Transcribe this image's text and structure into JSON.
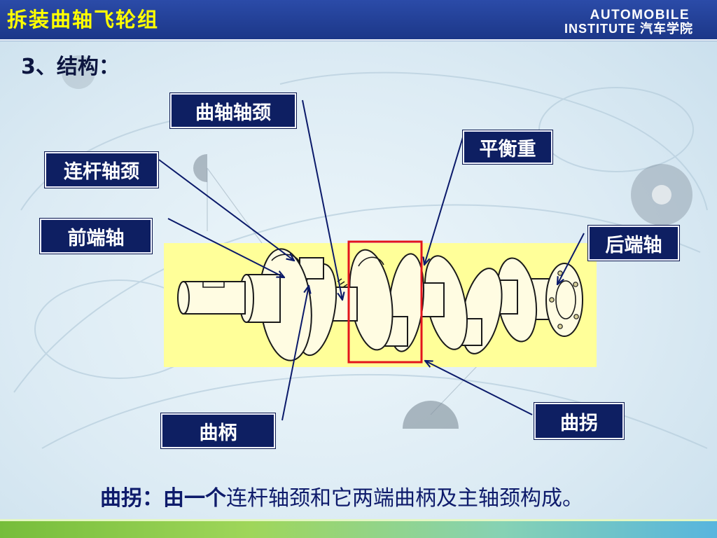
{
  "header": {
    "title": "拆装曲轴飞轮组",
    "brand_line1": "AUTOMOBILE",
    "brand_line2": "INSTITUTE 汽车学院"
  },
  "section_heading": "3、结构：",
  "diagram": {
    "illustration_icon": "crankshaft-illustration",
    "labels": {
      "main_journal": "曲轴轴颈",
      "counterweight": "平衡重",
      "crankpin_journal": "连杆轴颈",
      "front_end_shaft": "前端轴",
      "rear_end_shaft": "后端轴",
      "crank_arm": "曲柄",
      "crank_throw": "曲拐"
    }
  },
  "caption": {
    "emphasis": "曲拐：由一个",
    "text": "连杆轴颈和它两端曲柄及主轴颈构成。"
  },
  "colors": {
    "header_bg": "#1c3788",
    "title_text": "#ffff00",
    "label_bg": "#0e1f62",
    "label_text": "#ffffff",
    "diagram_panel": "#ffff99",
    "highlight_box": "#e3141c",
    "leader_lines": "#0b1a6a",
    "caption_text": "#0e1b6b"
  }
}
